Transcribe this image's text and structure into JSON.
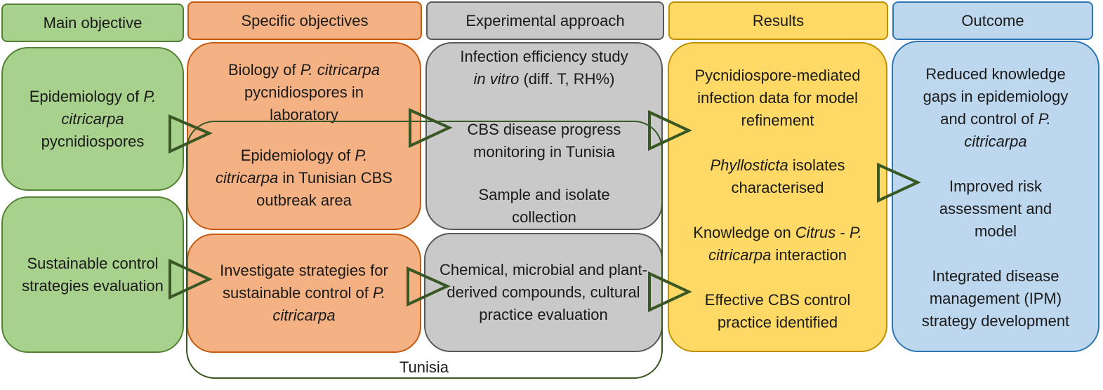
{
  "headers": {
    "main": "Main objective",
    "specific": "Specific objectives",
    "approach": "Experimental approach",
    "results": "Results",
    "outcome": "Outcome"
  },
  "main_objectives": {
    "epidemiology": {
      "pre": "Epidemiology of ",
      "species": "P. citricarpa",
      "post": " pycnidiospores"
    },
    "control": "Sustainable control strategies evaluation"
  },
  "specific_objectives": {
    "biology": {
      "pre": "Biology of ",
      "species": "P. citricarpa",
      "post": " pycnidiospores in laboratory"
    },
    "tunisia": {
      "pre": "Epidemiology of ",
      "species": "P. citricarpa",
      "post": " in Tunisian CBS outbreak area"
    },
    "control": {
      "pre": "Investigate strategies for sustainable control of ",
      "species": "P. citricarpa"
    }
  },
  "approach": {
    "infection": {
      "line1": "Infection efficiency study",
      "italic": "in vitro",
      "rest": " (diff. T, RH%)"
    },
    "monitoring": "CBS disease progress monitoring in Tunisia",
    "sampling": "Sample and isolate collection",
    "compounds": "Chemical, microbial and plant-derived compounds, cultural practice evaluation"
  },
  "results": {
    "infection_data": "Pycnidiospore-mediated infection data for model refinement",
    "isolates": {
      "genus": "Phyllosticta",
      "post": " isolates characterised"
    },
    "interaction": {
      "pre": "Knowledge on ",
      "genus": "Citrus",
      "mid": " - ",
      "species": "P. citricarpa",
      "post": " interaction"
    },
    "control": "Effective CBS control practice identified"
  },
  "outcome": {
    "knowledge": {
      "pre": "Reduced knowledge gaps in epidemiology and control of ",
      "species": "P. citricarpa"
    },
    "risk": "Improved risk assessment and model",
    "ipm": "Integrated disease management (IPM) strategy development"
  },
  "region_label": "Tunisia",
  "colors": {
    "green_fill": "#a9d18e",
    "green_border": "#548235",
    "orange_fill": "#f4b183",
    "orange_border": "#c55a11",
    "gray_fill": "#c9c9c9",
    "gray_border": "#595959",
    "yellow_fill": "#ffd966",
    "yellow_border": "#bf9000",
    "blue_fill": "#bdd7ee",
    "blue_border": "#2e75b6",
    "arrow": "#385723"
  }
}
